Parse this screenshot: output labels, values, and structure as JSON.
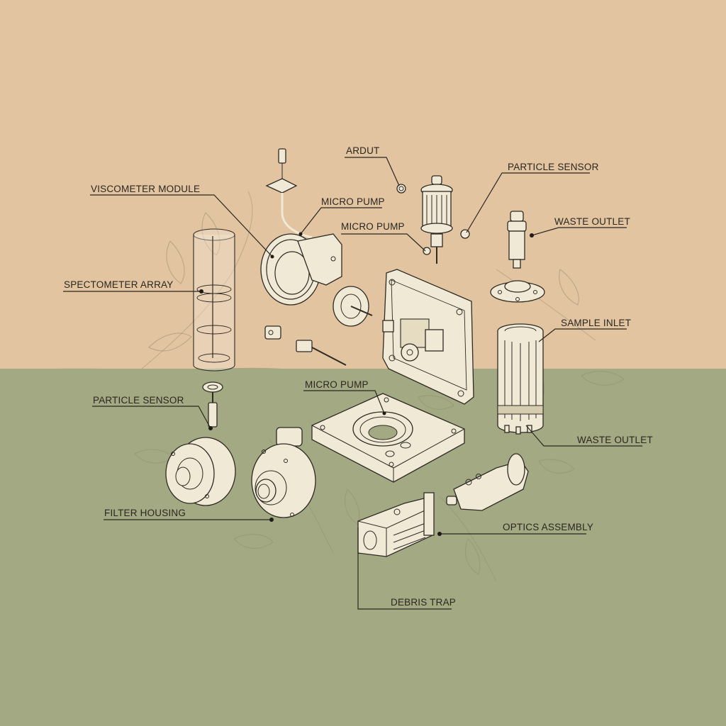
{
  "diagram": {
    "type": "exploded-assembly-illustration",
    "style": "isometric line drawing",
    "colors": {
      "background_top": "#e2c4a0",
      "background_bottom": "#a3aa83",
      "part_fill": "#f0e9d6",
      "line": "#2e2a24",
      "foliage": "#8f8a72"
    }
  },
  "labels": [
    {
      "id": "ardut",
      "text": "ARDUT"
    },
    {
      "id": "particle-sensor-top",
      "text": "PARTICLE SENSOR"
    },
    {
      "id": "viscometer-module",
      "text": "VISCOMETER MODULE"
    },
    {
      "id": "micro-pump-1",
      "text": "MICRO PUMP"
    },
    {
      "id": "micro-pump-2",
      "text": "MICRO PUMP"
    },
    {
      "id": "waste-outlet-top",
      "text": "WASTE OUTLET"
    },
    {
      "id": "spectometer-array",
      "text": "SPECTOMETER ARRAY"
    },
    {
      "id": "sample-inlet",
      "text": "SAMPLE INLET"
    },
    {
      "id": "particle-sensor-left",
      "text": "PARTICLE SENSOR"
    },
    {
      "id": "micro-pump-3",
      "text": "MICRO PUMP"
    },
    {
      "id": "waste-outlet-bottom",
      "text": "WASTE OUTLET"
    },
    {
      "id": "filter-housing",
      "text": "FILTER HOUSING"
    },
    {
      "id": "optics-assembly",
      "text": "OPTICS ASSEMBLY"
    },
    {
      "id": "debris-trap",
      "text": "DEBRIS TRAP"
    }
  ]
}
